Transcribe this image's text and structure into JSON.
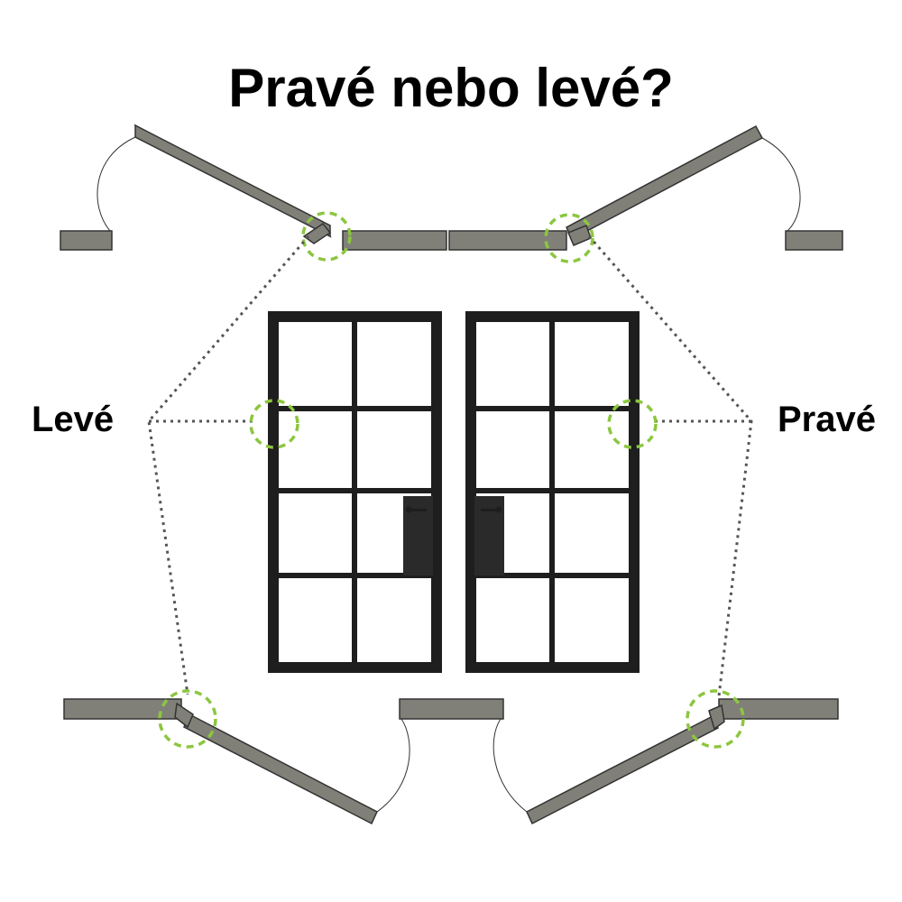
{
  "title": "Pravé nebo levé?",
  "labels": {
    "left": "Levé",
    "right": "Pravé"
  },
  "colors": {
    "wall": "#808078",
    "door_frame": "#1e1e1e",
    "hinge_marker": "#8cc63f",
    "guide_line": "#555555",
    "text": "#000000"
  },
  "icons": {
    "hinge": "dashed-circle"
  }
}
